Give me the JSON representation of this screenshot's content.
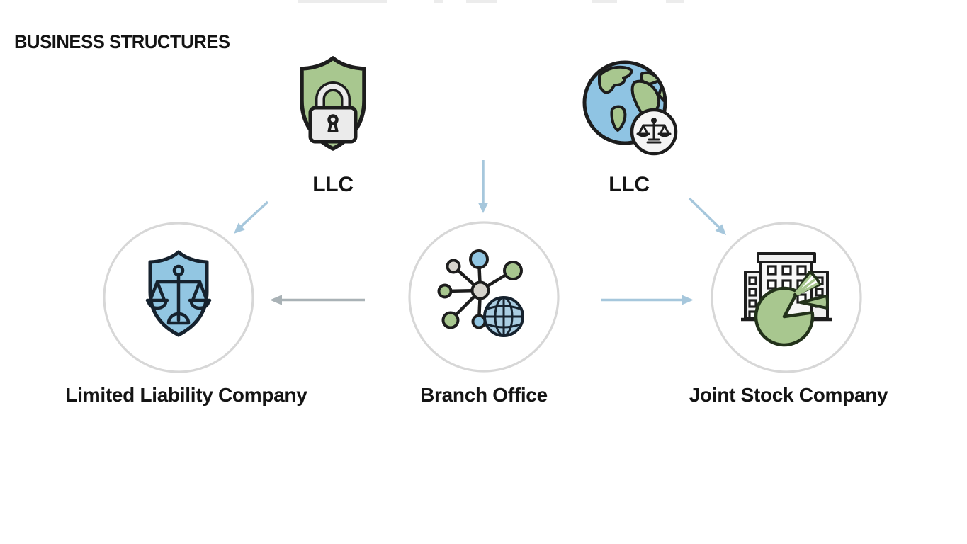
{
  "title": "BUSINESS STRUCTURES",
  "top_nodes": [
    {
      "id": "llc-shield",
      "label": "LLC",
      "icon": "shield-lock-icon"
    },
    {
      "id": "llc-globe",
      "label": "LLC",
      "icon": "globe-scales-icon"
    }
  ],
  "bottom_nodes": [
    {
      "id": "limited-liability-company",
      "label": "Limited Liability Company",
      "icon": "shield-scales-icon"
    },
    {
      "id": "branch-office",
      "label": "Branch Office",
      "icon": "network-globe-icon"
    },
    {
      "id": "joint-stock-company",
      "label": "Joint Stock Company",
      "icon": "buildings-pie-icon"
    }
  ],
  "connections": [
    "llc-shield -> limited-liability-company",
    "top-center -> branch-office",
    "llc-globe -> joint-stock-company",
    "branch-office -> limited-liability-company",
    "branch-office -> joint-stock-company"
  ],
  "colors": {
    "ink": "#1d1d1d",
    "ink_dark": "#16222e",
    "pie_ink": "#22311a",
    "green": "#a8c78f",
    "blue": "#92c6e2",
    "globe_blue": "#8fc4e3",
    "globe_blue2": "#a9cce1",
    "gray_node": "#d6d3cc",
    "light_gray": "#ebebeb",
    "arrow_blue": "#a6c7dc",
    "arrow_gray": "#a9b2b6",
    "ring": "#d7d7d7",
    "text": "#141414"
  }
}
